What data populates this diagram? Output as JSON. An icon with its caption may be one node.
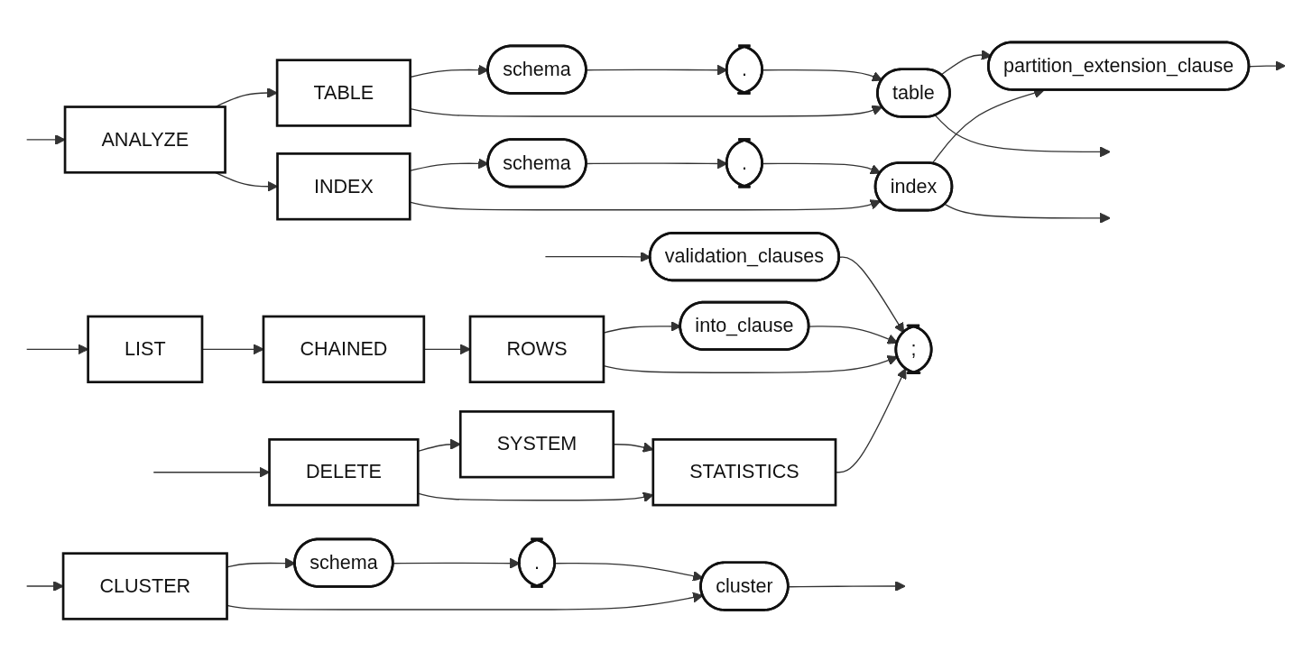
{
  "diagram": {
    "nodes": [
      {
        "text": [
          "ANALYZE"
        ]
      },
      {
        "text": [
          "TABLE"
        ]
      },
      {
        "text": [
          "schema"
        ]
      },
      {
        "text": [
          "."
        ]
      },
      {
        "text": [
          "table"
        ]
      },
      {
        "text": [
          "INDEX"
        ]
      },
      {
        "text": [
          "schema"
        ]
      },
      {
        "text": [
          "."
        ]
      },
      {
        "text": [
          "index"
        ]
      },
      {
        "text": [
          "partition_extension_clause"
        ]
      },
      {
        "text": [
          "CLUSTER"
        ]
      },
      {
        "text": [
          "schema"
        ]
      },
      {
        "text": [
          "."
        ]
      },
      {
        "text": [
          "cluster"
        ]
      },
      {
        "text": [
          "validation_clauses"
        ]
      },
      {
        "text": [
          "LIST"
        ]
      },
      {
        "text": [
          "CHAINED"
        ]
      },
      {
        "text": [
          "ROWS"
        ]
      },
      {
        "text": [
          "into_clause"
        ]
      },
      {
        "text": [
          ";"
        ]
      },
      {
        "text": [
          "DELETE"
        ]
      },
      {
        "text": [
          "SYSTEM"
        ]
      },
      {
        "text": [
          "STATISTICS"
        ]
      }
    ],
    "edges": [
      {
        "from": null,
        "to": 0,
        "arrow": "to"
      },
      {
        "from": null,
        "to": 10,
        "arrow": "to"
      },
      {
        "from": 0,
        "to": 1,
        "arrow": "to"
      },
      {
        "from": 0,
        "to": 5,
        "arrow": "to"
      },
      {
        "from": 1,
        "to": 2,
        "arrow": "to"
      },
      {
        "from": 2,
        "to": 3,
        "arrow": "to"
      },
      {
        "from": 3,
        "to": 4,
        "arrow": "to"
      },
      {
        "from": 1,
        "to": 4,
        "arrow": "to"
      },
      {
        "from": 5,
        "to": 6,
        "arrow": "to"
      },
      {
        "from": 6,
        "to": 7,
        "arrow": "to"
      },
      {
        "from": 7,
        "to": 8,
        "arrow": "to"
      },
      {
        "from": 5,
        "to": 8,
        "arrow": "to"
      },
      {
        "from": 4,
        "to": 9,
        "arrow": "to"
      },
      {
        "from": 8,
        "to": 9,
        "arrow": "to"
      },
      {
        "from": 4,
        "to": null,
        "arrow": "to"
      },
      {
        "from": 8,
        "to": null,
        "arrow": "to"
      },
      {
        "from": 9,
        "to": null,
        "arrow": "to"
      },
      {
        "from": 10,
        "to": 11,
        "arrow": "to"
      },
      {
        "from": 11,
        "to": 12,
        "arrow": "to"
      },
      {
        "from": 12,
        "to": 13,
        "arrow": "to"
      },
      {
        "from": 10,
        "to": 13,
        "arrow": "to"
      },
      {
        "from": 13,
        "to": null,
        "arrow": "to"
      },
      {
        "from": null,
        "to": 14,
        "arrow": "to"
      },
      {
        "from": null,
        "to": 15,
        "arrow": "to"
      },
      {
        "from": null,
        "to": 20,
        "arrow": "to"
      },
      {
        "from": 14,
        "to": 19,
        "arrow": "to"
      },
      {
        "from": 15,
        "to": 16,
        "arrow": "to"
      },
      {
        "from": 16,
        "to": 17,
        "arrow": "to"
      },
      {
        "from": 17,
        "to": 18,
        "arrow": "to"
      },
      {
        "from": 18,
        "to": 19,
        "arrow": "to"
      },
      {
        "from": 17,
        "to": 19,
        "arrow": "to"
      },
      {
        "from": 20,
        "to": 21,
        "arrow": "to"
      },
      {
        "from": 21,
        "to": 22,
        "arrow": "to"
      },
      {
        "from": 20,
        "to": 22,
        "arrow": "to"
      },
      {
        "from": 22,
        "to": 19,
        "arrow": "to"
      }
    ]
  }
}
